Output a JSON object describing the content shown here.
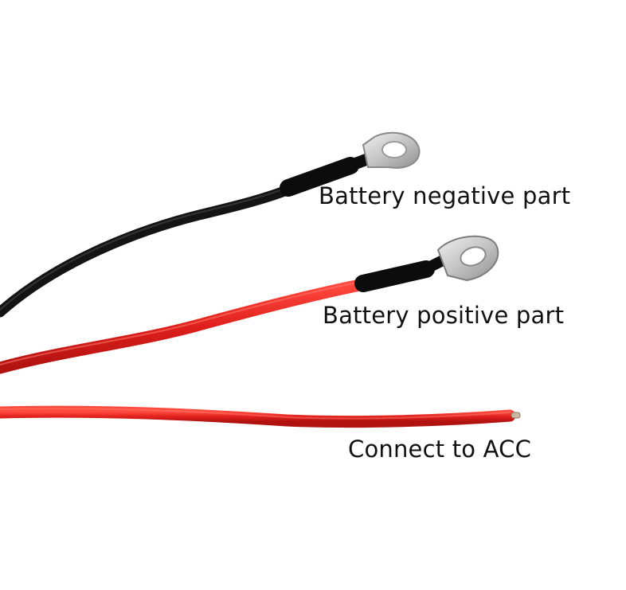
{
  "labels": {
    "negative": "Battery negative part",
    "positive": "Battery positive part",
    "acc": "Connect to ACC"
  },
  "colors": {
    "background": "#ffffff",
    "black_wire": "#141414",
    "red_wire": "#e0201c",
    "heat_shrink": "#0c0c0c",
    "terminal_metal": "#c9c9c9",
    "copper_tip": "#c9b9a0"
  }
}
